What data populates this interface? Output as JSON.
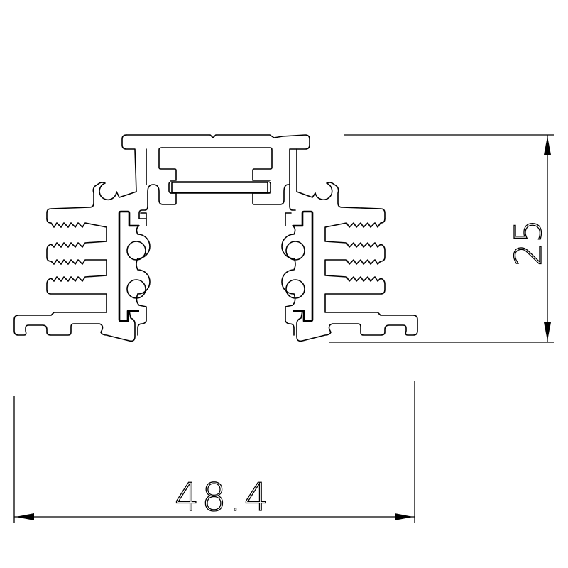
{
  "drawing": {
    "type": "aluminum extrusion profile cross-section",
    "line_color": "#000000",
    "background_color": "#ffffff"
  },
  "dimensions": {
    "height": {
      "value": "25",
      "orientation": "vertical"
    },
    "width": {
      "value": "48.4",
      "orientation": "horizontal"
    }
  }
}
